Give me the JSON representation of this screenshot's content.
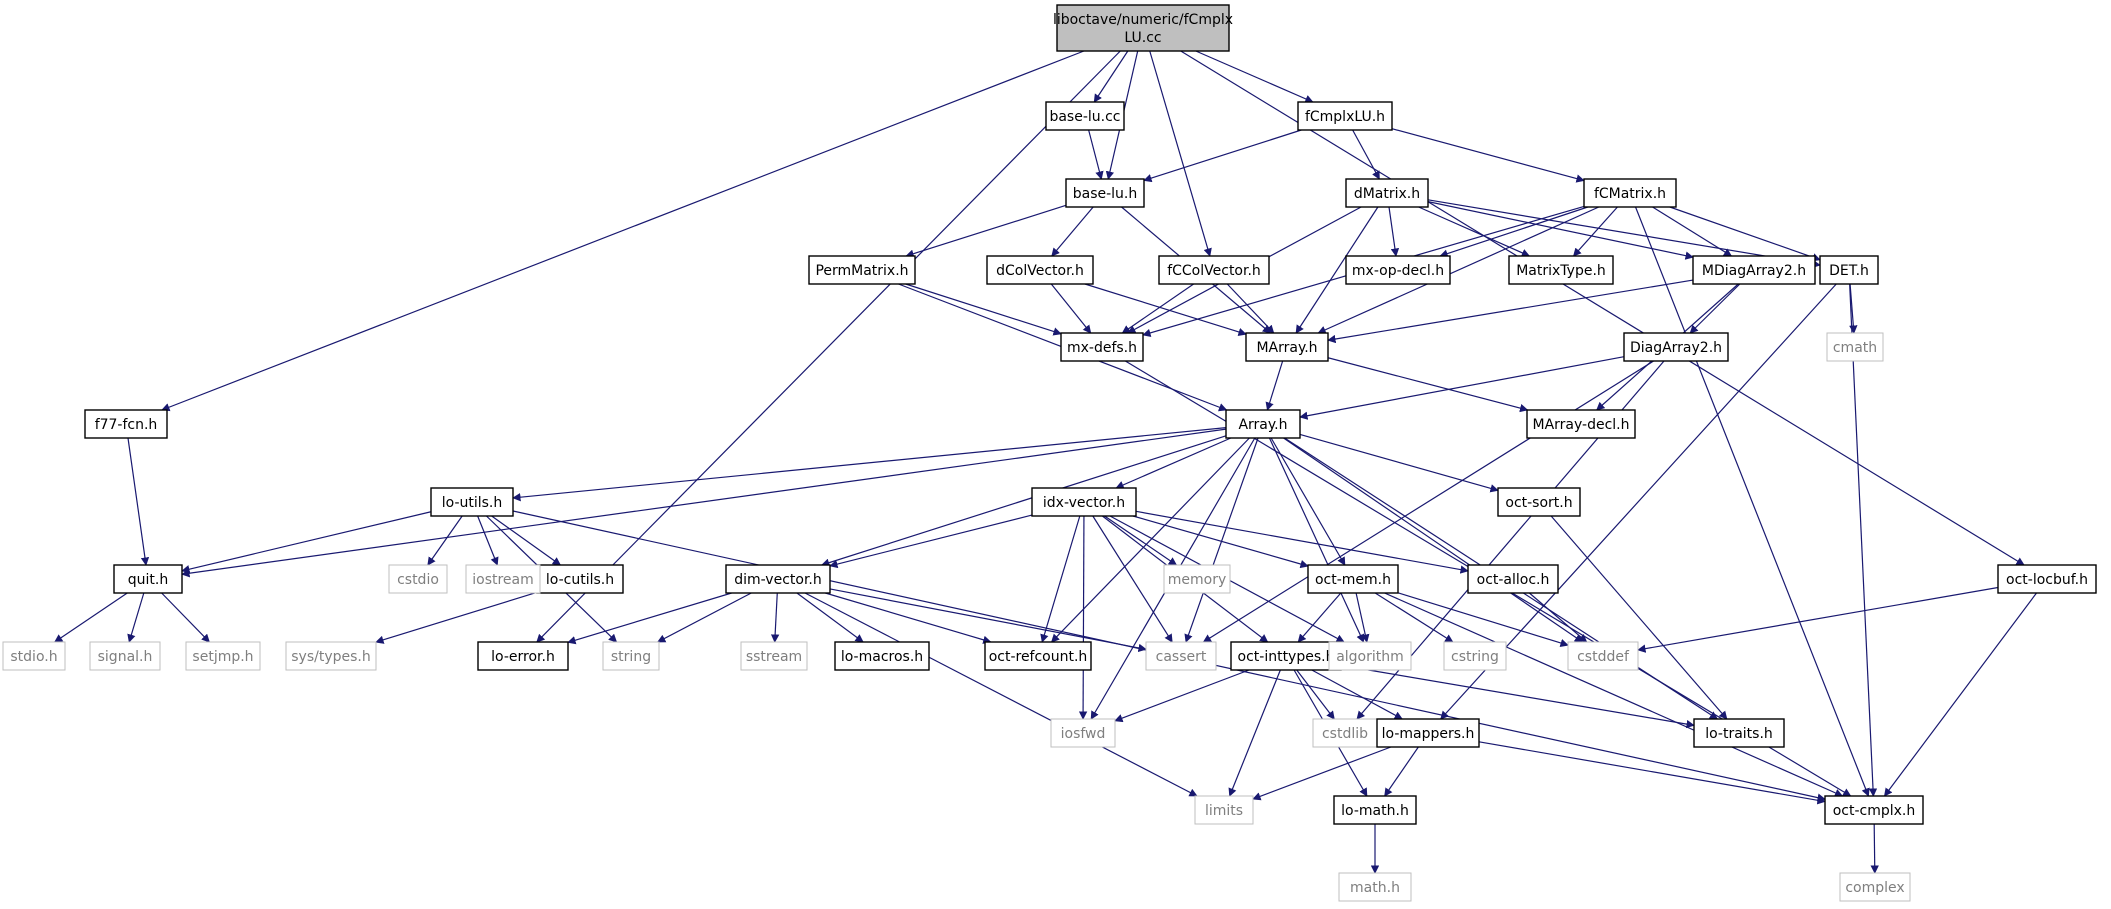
{
  "colors": {
    "edge": "#191970",
    "box_border": "#000000",
    "ext_border": "#bfbfbf",
    "ext_text": "#7f7f7f",
    "root_fill": "#bfbfbf",
    "text": "#000000",
    "background": "#ffffff"
  },
  "nodes": [
    {
      "id": "root",
      "lines": [
        "liboctave/numeric/fCmplx",
        "LU.cc"
      ],
      "kind": "root"
    },
    {
      "id": "base-lu-cc",
      "lines": [
        "base-lu.cc"
      ],
      "kind": "file"
    },
    {
      "id": "fCmplxLU-h",
      "lines": [
        "fCmplxLU.h"
      ],
      "kind": "file"
    },
    {
      "id": "base-lu-h",
      "lines": [
        "base-lu.h"
      ],
      "kind": "file"
    },
    {
      "id": "dMatrix-h",
      "lines": [
        "dMatrix.h"
      ],
      "kind": "file"
    },
    {
      "id": "fCMatrix-h",
      "lines": [
        "fCMatrix.h"
      ],
      "kind": "file"
    },
    {
      "id": "PermMatrix-h",
      "lines": [
        "PermMatrix.h"
      ],
      "kind": "file"
    },
    {
      "id": "dColVector-h",
      "lines": [
        "dColVector.h"
      ],
      "kind": "file"
    },
    {
      "id": "fCColVector-h",
      "lines": [
        "fCColVector.h"
      ],
      "kind": "file"
    },
    {
      "id": "mx-op-decl-h",
      "lines": [
        "mx-op-decl.h"
      ],
      "kind": "file"
    },
    {
      "id": "MatrixType-h",
      "lines": [
        "MatrixType.h"
      ],
      "kind": "file"
    },
    {
      "id": "MDiagArray2-h",
      "lines": [
        "MDiagArray2.h"
      ],
      "kind": "file"
    },
    {
      "id": "DET-h",
      "lines": [
        "DET.h"
      ],
      "kind": "file"
    },
    {
      "id": "mx-defs-h",
      "lines": [
        "mx-defs.h"
      ],
      "kind": "file"
    },
    {
      "id": "MArray-h",
      "lines": [
        "MArray.h"
      ],
      "kind": "file"
    },
    {
      "id": "DiagArray2-h",
      "lines": [
        "DiagArray2.h"
      ],
      "kind": "file"
    },
    {
      "id": "cmath",
      "lines": [
        "cmath"
      ],
      "kind": "ext"
    },
    {
      "id": "f77-fcn-h",
      "lines": [
        "f77-fcn.h"
      ],
      "kind": "file"
    },
    {
      "id": "Array-h",
      "lines": [
        "Array.h"
      ],
      "kind": "file"
    },
    {
      "id": "MArray-decl-h",
      "lines": [
        "MArray-decl.h"
      ],
      "kind": "file"
    },
    {
      "id": "lo-utils-h",
      "lines": [
        "lo-utils.h"
      ],
      "kind": "file"
    },
    {
      "id": "idx-vector-h",
      "lines": [
        "idx-vector.h"
      ],
      "kind": "file"
    },
    {
      "id": "oct-sort-h",
      "lines": [
        "oct-sort.h"
      ],
      "kind": "file"
    },
    {
      "id": "quit-h",
      "lines": [
        "quit.h"
      ],
      "kind": "file"
    },
    {
      "id": "lo-cutils-h",
      "lines": [
        "lo-cutils.h"
      ],
      "kind": "file"
    },
    {
      "id": "cstdio",
      "lines": [
        "cstdio"
      ],
      "kind": "ext"
    },
    {
      "id": "iostream",
      "lines": [
        "iostream"
      ],
      "kind": "ext"
    },
    {
      "id": "dim-vector-h",
      "lines": [
        "dim-vector.h"
      ],
      "kind": "file"
    },
    {
      "id": "memory",
      "lines": [
        "memory"
      ],
      "kind": "ext"
    },
    {
      "id": "oct-mem-h",
      "lines": [
        "oct-mem.h"
      ],
      "kind": "file"
    },
    {
      "id": "oct-alloc-h",
      "lines": [
        "oct-alloc.h"
      ],
      "kind": "file"
    },
    {
      "id": "oct-locbuf-h",
      "lines": [
        "oct-locbuf.h"
      ],
      "kind": "file"
    },
    {
      "id": "stdio-h",
      "lines": [
        "stdio.h"
      ],
      "kind": "ext"
    },
    {
      "id": "signal-h",
      "lines": [
        "signal.h"
      ],
      "kind": "ext"
    },
    {
      "id": "setjmp-h",
      "lines": [
        "setjmp.h"
      ],
      "kind": "ext"
    },
    {
      "id": "sys-types-h",
      "lines": [
        "sys/types.h"
      ],
      "kind": "ext"
    },
    {
      "id": "lo-error-h",
      "lines": [
        "lo-error.h"
      ],
      "kind": "file"
    },
    {
      "id": "string",
      "lines": [
        "string"
      ],
      "kind": "ext"
    },
    {
      "id": "sstream",
      "lines": [
        "sstream"
      ],
      "kind": "ext"
    },
    {
      "id": "lo-macros-h",
      "lines": [
        "lo-macros.h"
      ],
      "kind": "file"
    },
    {
      "id": "oct-refcount-h",
      "lines": [
        "oct-refcount.h"
      ],
      "kind": "file"
    },
    {
      "id": "cassert",
      "lines": [
        "cassert"
      ],
      "kind": "ext"
    },
    {
      "id": "oct-inttypes-h",
      "lines": [
        "oct-inttypes.h"
      ],
      "kind": "file"
    },
    {
      "id": "algorithm",
      "lines": [
        "algorithm"
      ],
      "kind": "ext"
    },
    {
      "id": "cstring",
      "lines": [
        "cstring"
      ],
      "kind": "ext"
    },
    {
      "id": "cstddef",
      "lines": [
        "cstddef"
      ],
      "kind": "ext"
    },
    {
      "id": "iosfwd",
      "lines": [
        "iosfwd"
      ],
      "kind": "ext"
    },
    {
      "id": "cstdlib",
      "lines": [
        "cstdlib"
      ],
      "kind": "ext"
    },
    {
      "id": "lo-mappers-h",
      "lines": [
        "lo-mappers.h"
      ],
      "kind": "file"
    },
    {
      "id": "lo-traits-h",
      "lines": [
        "lo-traits.h"
      ],
      "kind": "file"
    },
    {
      "id": "limits",
      "lines": [
        "limits"
      ],
      "kind": "ext"
    },
    {
      "id": "lo-math-h",
      "lines": [
        "lo-math.h"
      ],
      "kind": "file"
    },
    {
      "id": "oct-cmplx-h",
      "lines": [
        "oct-cmplx.h"
      ],
      "kind": "file"
    },
    {
      "id": "math-h",
      "lines": [
        "math.h"
      ],
      "kind": "ext"
    },
    {
      "id": "complex",
      "lines": [
        "complex"
      ],
      "kind": "ext"
    }
  ],
  "edges": [
    [
      "root",
      "base-lu-cc"
    ],
    [
      "root",
      "fCmplxLU-h"
    ],
    [
      "root",
      "base-lu-h"
    ],
    [
      "root",
      "fCColVector-h"
    ],
    [
      "root",
      "f77-fcn-h"
    ],
    [
      "root",
      "lo-error-h"
    ],
    [
      "root",
      "oct-locbuf-h"
    ],
    [
      "base-lu-cc",
      "base-lu-h"
    ],
    [
      "fCmplxLU-h",
      "base-lu-h"
    ],
    [
      "fCmplxLU-h",
      "dMatrix-h"
    ],
    [
      "fCmplxLU-h",
      "fCMatrix-h"
    ],
    [
      "base-lu-h",
      "PermMatrix-h"
    ],
    [
      "base-lu-h",
      "dColVector-h"
    ],
    [
      "base-lu-h",
      "MArray-h"
    ],
    [
      "dMatrix-h",
      "mx-defs-h"
    ],
    [
      "dMatrix-h",
      "MArray-h"
    ],
    [
      "dMatrix-h",
      "mx-op-decl-h"
    ],
    [
      "dMatrix-h",
      "MatrixType-h"
    ],
    [
      "dMatrix-h",
      "MDiagArray2-h"
    ],
    [
      "dMatrix-h",
      "DET-h"
    ],
    [
      "fCMatrix-h",
      "mx-op-decl-h"
    ],
    [
      "fCMatrix-h",
      "MatrixType-h"
    ],
    [
      "fCMatrix-h",
      "MDiagArray2-h"
    ],
    [
      "fCMatrix-h",
      "DET-h"
    ],
    [
      "fCMatrix-h",
      "mx-defs-h"
    ],
    [
      "fCMatrix-h",
      "MArray-h"
    ],
    [
      "fCMatrix-h",
      "oct-cmplx-h"
    ],
    [
      "PermMatrix-h",
      "mx-defs-h"
    ],
    [
      "PermMatrix-h",
      "Array-h"
    ],
    [
      "dColVector-h",
      "mx-defs-h"
    ],
    [
      "dColVector-h",
      "MArray-h"
    ],
    [
      "fCColVector-h",
      "mx-defs-h"
    ],
    [
      "fCColVector-h",
      "MArray-h"
    ],
    [
      "MDiagArray2-h",
      "MArray-h"
    ],
    [
      "MDiagArray2-h",
      "DiagArray2-h"
    ],
    [
      "MDiagArray2-h",
      "MArray-decl-h"
    ],
    [
      "DET-h",
      "cmath"
    ],
    [
      "DET-h",
      "oct-cmplx-h"
    ],
    [
      "DET-h",
      "lo-mappers-h"
    ],
    [
      "mx-defs-h",
      "oct-cmplx-h"
    ],
    [
      "MArray-h",
      "Array-h"
    ],
    [
      "MArray-h",
      "MArray-decl-h"
    ],
    [
      "DiagArray2-h",
      "Array-h"
    ],
    [
      "DiagArray2-h",
      "cassert"
    ],
    [
      "DiagArray2-h",
      "cstdlib"
    ],
    [
      "f77-fcn-h",
      "quit-h"
    ],
    [
      "Array-h",
      "quit-h"
    ],
    [
      "Array-h",
      "lo-utils-h"
    ],
    [
      "Array-h",
      "idx-vector-h"
    ],
    [
      "Array-h",
      "oct-sort-h"
    ],
    [
      "Array-h",
      "dim-vector-h"
    ],
    [
      "Array-h",
      "oct-refcount-h"
    ],
    [
      "Array-h",
      "iosfwd"
    ],
    [
      "Array-h",
      "cassert"
    ],
    [
      "Array-h",
      "algorithm"
    ],
    [
      "Array-h",
      "oct-mem-h"
    ],
    [
      "Array-h",
      "cstddef"
    ],
    [
      "Array-h",
      "lo-traits-h"
    ],
    [
      "lo-utils-h",
      "quit-h"
    ],
    [
      "lo-utils-h",
      "lo-cutils-h"
    ],
    [
      "lo-utils-h",
      "cstdio"
    ],
    [
      "lo-utils-h",
      "iostream"
    ],
    [
      "lo-utils-h",
      "string"
    ],
    [
      "lo-utils-h",
      "oct-cmplx-h"
    ],
    [
      "idx-vector-h",
      "dim-vector-h"
    ],
    [
      "idx-vector-h",
      "oct-refcount-h"
    ],
    [
      "idx-vector-h",
      "iosfwd"
    ],
    [
      "idx-vector-h",
      "cassert"
    ],
    [
      "idx-vector-h",
      "oct-inttypes-h"
    ],
    [
      "idx-vector-h",
      "algorithm"
    ],
    [
      "idx-vector-h",
      "memory"
    ],
    [
      "idx-vector-h",
      "oct-mem-h"
    ],
    [
      "idx-vector-h",
      "oct-alloc-h"
    ],
    [
      "oct-sort-h",
      "lo-traits-h"
    ],
    [
      "quit-h",
      "stdio-h"
    ],
    [
      "quit-h",
      "signal-h"
    ],
    [
      "quit-h",
      "setjmp-h"
    ],
    [
      "lo-cutils-h",
      "sys-types-h"
    ],
    [
      "dim-vector-h",
      "lo-error-h"
    ],
    [
      "dim-vector-h",
      "string"
    ],
    [
      "dim-vector-h",
      "sstream"
    ],
    [
      "dim-vector-h",
      "lo-macros-h"
    ],
    [
      "dim-vector-h",
      "oct-refcount-h"
    ],
    [
      "dim-vector-h",
      "cassert"
    ],
    [
      "dim-vector-h",
      "limits"
    ],
    [
      "oct-mem-h",
      "oct-inttypes-h"
    ],
    [
      "oct-mem-h",
      "algorithm"
    ],
    [
      "oct-mem-h",
      "cstring"
    ],
    [
      "oct-mem-h",
      "cstddef"
    ],
    [
      "oct-mem-h",
      "oct-cmplx-h"
    ],
    [
      "oct-alloc-h",
      "cstddef"
    ],
    [
      "oct-locbuf-h",
      "cstddef"
    ],
    [
      "oct-locbuf-h",
      "oct-cmplx-h"
    ],
    [
      "oct-inttypes-h",
      "iosfwd"
    ],
    [
      "oct-inttypes-h",
      "limits"
    ],
    [
      "oct-inttypes-h",
      "cstdlib"
    ],
    [
      "oct-inttypes-h",
      "lo-mappers-h"
    ],
    [
      "oct-inttypes-h",
      "lo-math-h"
    ],
    [
      "oct-inttypes-h",
      "lo-traits-h"
    ],
    [
      "lo-mappers-h",
      "limits"
    ],
    [
      "lo-mappers-h",
      "lo-math-h"
    ],
    [
      "lo-mappers-h",
      "oct-cmplx-h"
    ],
    [
      "lo-math-h",
      "math-h"
    ],
    [
      "oct-cmplx-h",
      "complex"
    ]
  ]
}
